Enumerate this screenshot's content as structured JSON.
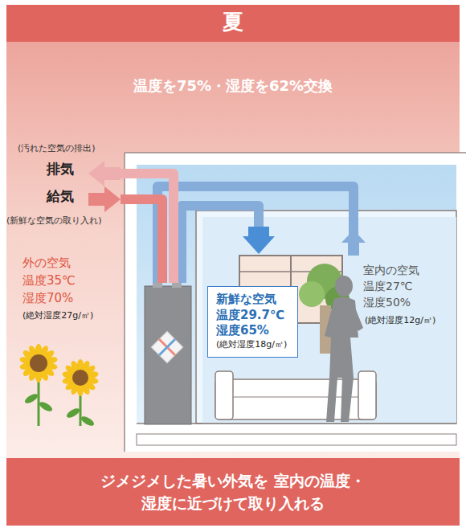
{
  "diagram": {
    "title": "夏",
    "caption": "ジメジメした暑い外気を 室内の温度・湿度に近づけて取り入れる",
    "nodes": [
      {
        "text": [
          "新鮮な空気",
          "温度29.7℃",
          "湿度65%",
          "(絶対湿度18g/㎥)"
        ]
      }
    ],
    "labels": [
      "温度を75%・湿度を62%交換",
      "(汚れた空気の排出)",
      "排気",
      "給気",
      "(新鮮な空気の取り入れ)",
      "外の空気",
      "温度35℃",
      "湿度70%",
      "(絶対湿度27g/㎥)",
      "室内の空気",
      "温度27℃",
      "湿度50%",
      "(絶対湿度12g/㎥)"
    ]
  }
}
